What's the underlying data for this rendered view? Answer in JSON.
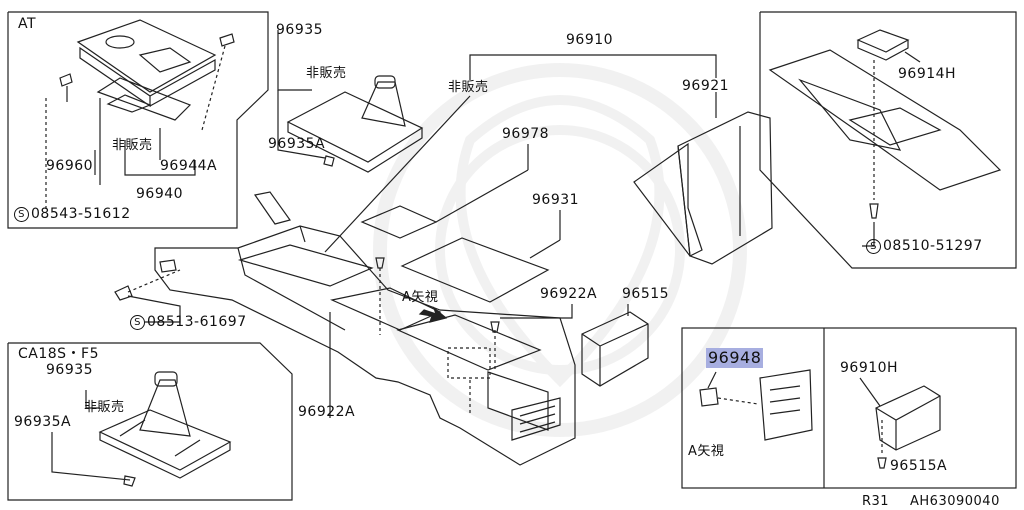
{
  "inset_at": {
    "title": "AT",
    "not_sold": "非販売",
    "parts": [
      "96960",
      "96944A",
      "96940"
    ],
    "screw_ref": "08543-51612",
    "screw_prefix": "S"
  },
  "inset_ca18": {
    "title": "CA18S・F5",
    "not_sold": "非販売",
    "parts": [
      "96935",
      "96935A"
    ]
  },
  "inset_right_top": {
    "parts": [
      "96914H"
    ],
    "screw_ref": "08510-51297",
    "screw_prefix": "S"
  },
  "inset_a_view": {
    "highlight_part": "96948",
    "view_label": "A矢視"
  },
  "inset_right_bottom": {
    "parts": [
      "96910H",
      "96515A"
    ]
  },
  "main": {
    "not_sold_1": "非販売",
    "not_sold_2": "非販売",
    "parts": [
      "96935",
      "96935A",
      "96910",
      "96921",
      "96978",
      "96931",
      "96922A",
      "96515",
      "96922A"
    ],
    "arrow_label": "A矢視",
    "screw_ref": "08513-61697",
    "screw_prefix": "S"
  },
  "footer": {
    "ref_code": "R31",
    "diagram_id": "AH63090040"
  },
  "colors": {
    "line": "#222222",
    "highlight": "#a7aee0",
    "background": "#ffffff"
  }
}
